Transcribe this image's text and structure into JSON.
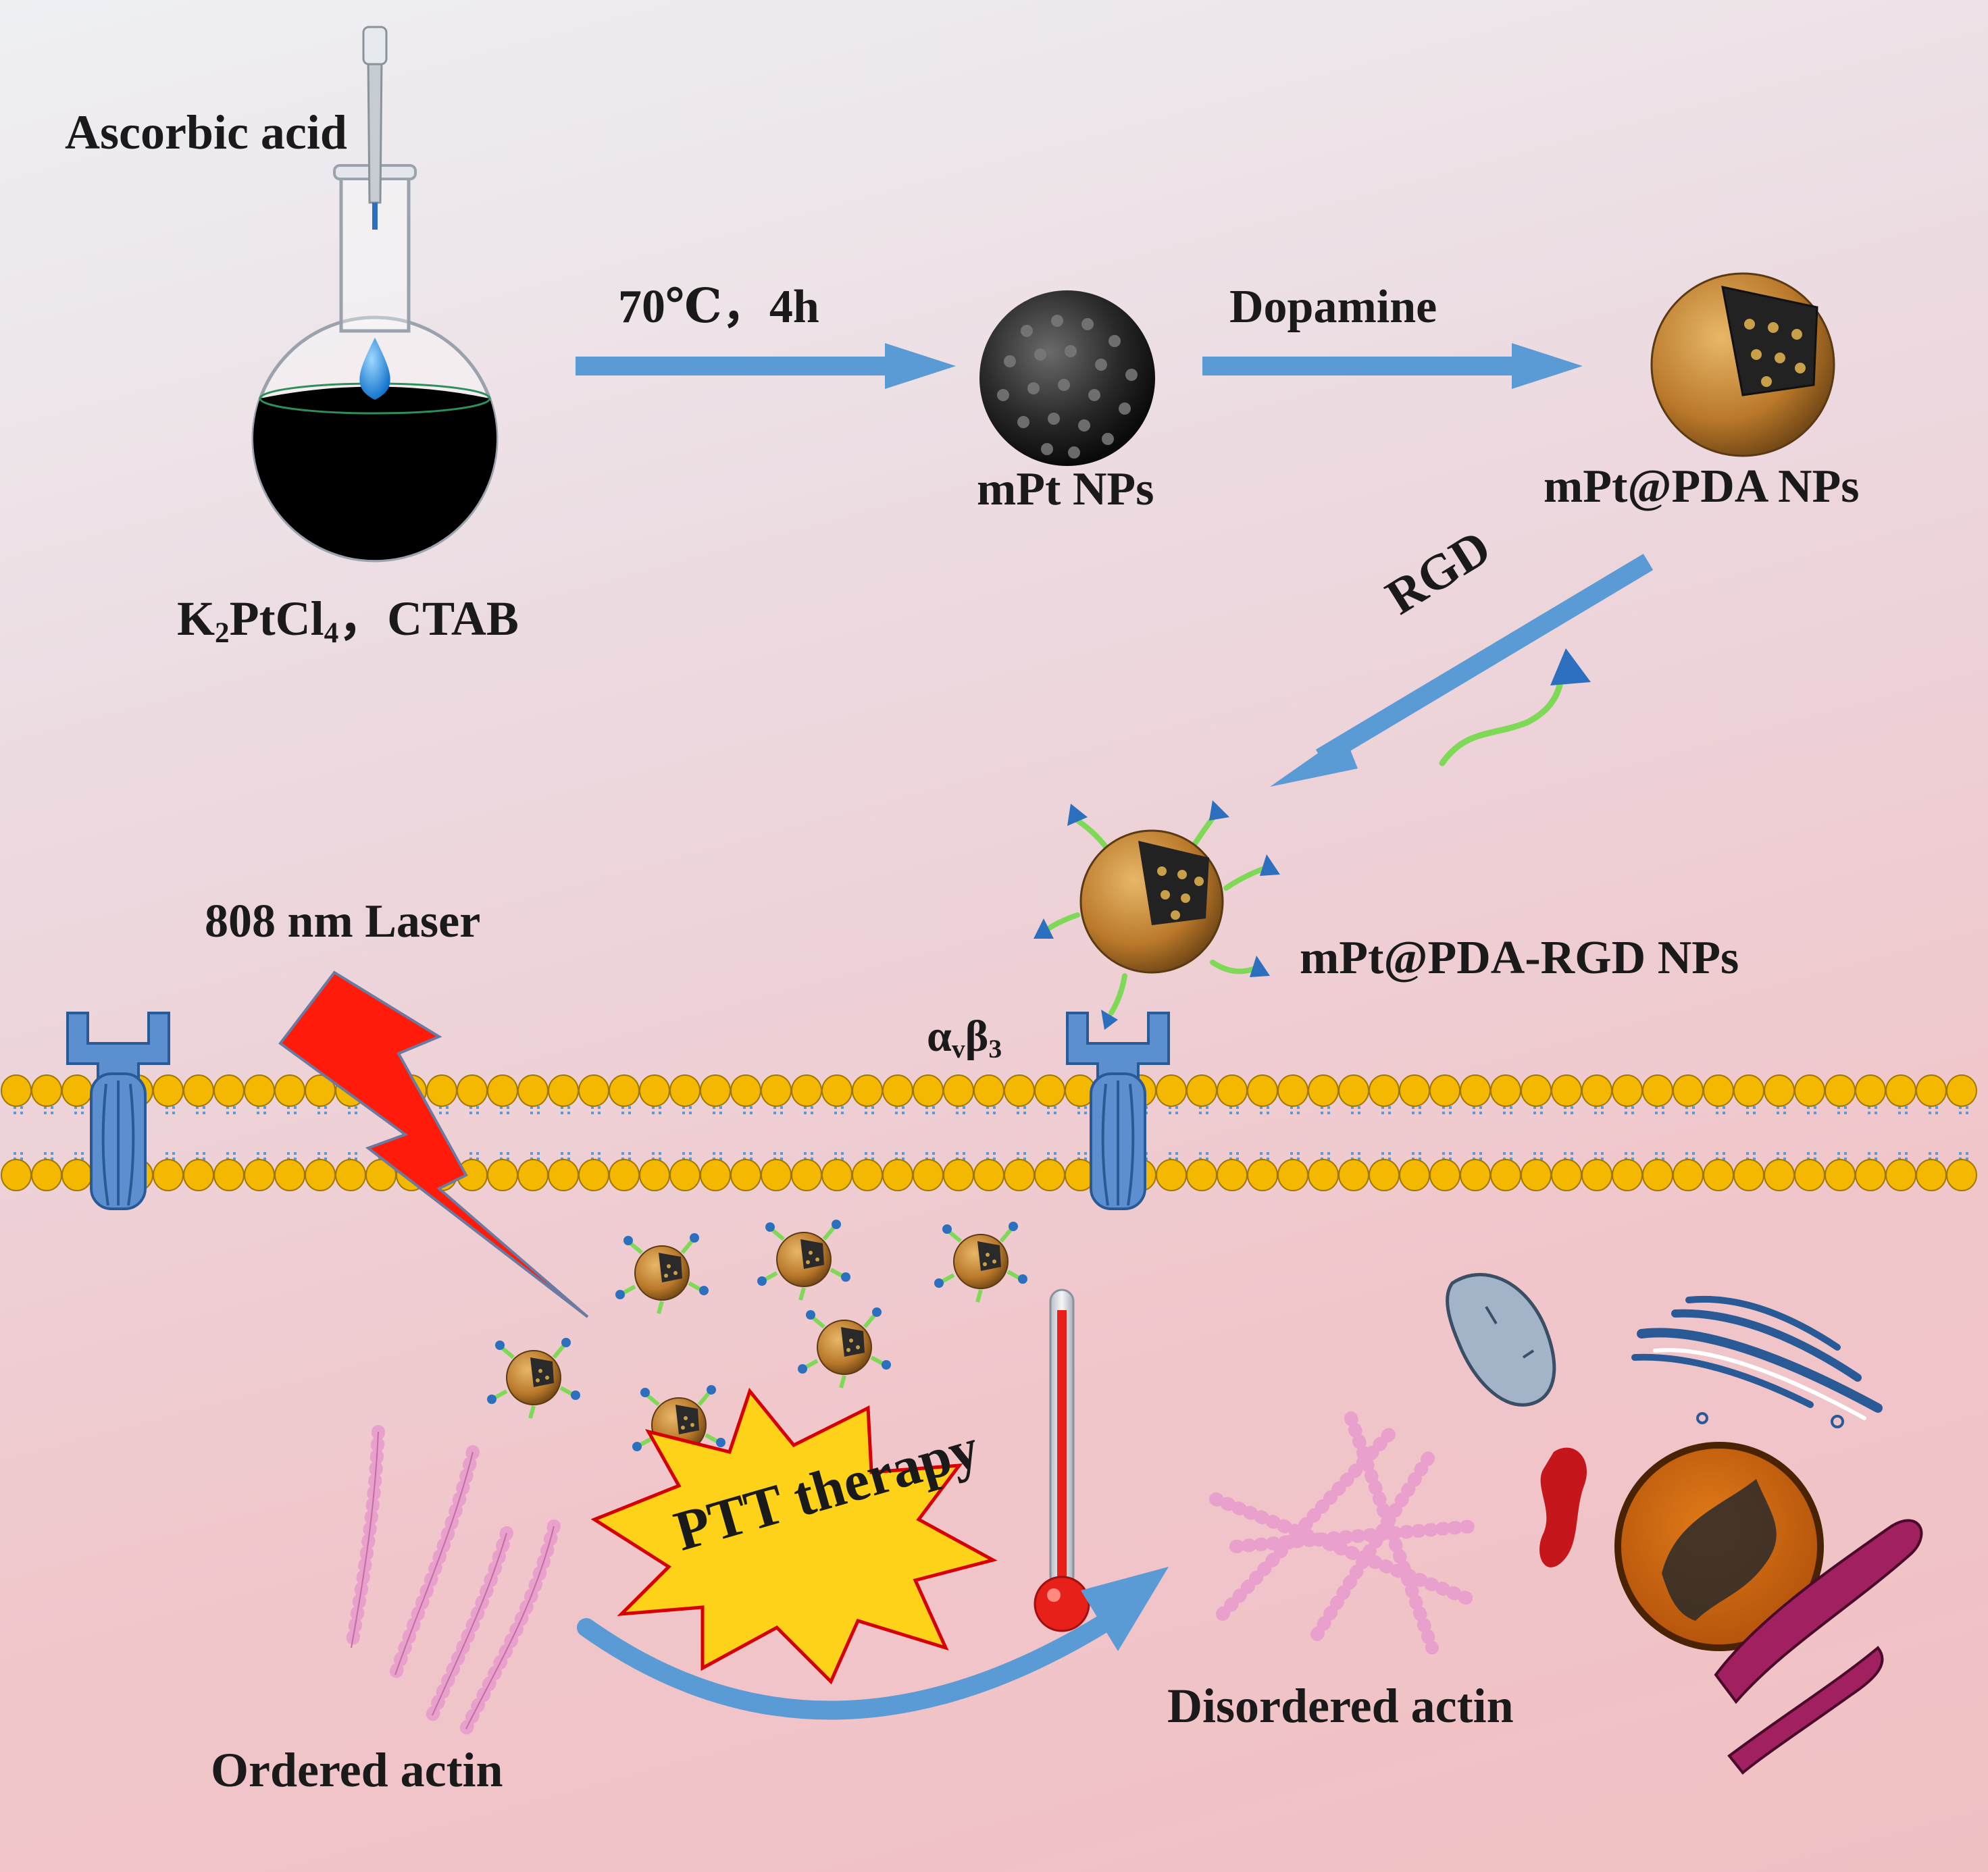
{
  "labels": {
    "ascorbic_acid": "Ascorbic acid",
    "precursors_k": "K",
    "precursors_sub2": "2",
    "precursors_ptcl": "PtCl",
    "precursors_sub4": "4",
    "precursors_rest": "，CTAB",
    "condition": "70℃，4h",
    "dopamine": "Dopamine",
    "mpt_nps": "mPt NPs",
    "mpt_pda_nps": "mPt@PDA NPs",
    "rgd": "RGD",
    "mpt_pda_rgd_nps": "mPt@PDA-RGD NPs",
    "laser": "808 nm Laser",
    "integrin_alpha": "α",
    "integrin_sub_v": "v",
    "integrin_beta": "β",
    "integrin_sub_3": "3",
    "ptt_therapy": "PTT therapy",
    "ordered_actin": "Ordered actin",
    "disordered_actin": "Disordered actin"
  },
  "colors": {
    "arrow": "#5b9bd5",
    "lipid_head": "#f5b800",
    "shell": "#c8882e",
    "laser": "#ff1a0a",
    "burst": "#ffd21a",
    "actin": "#e9a0cc",
    "rgd_strand": "#7ed957"
  }
}
